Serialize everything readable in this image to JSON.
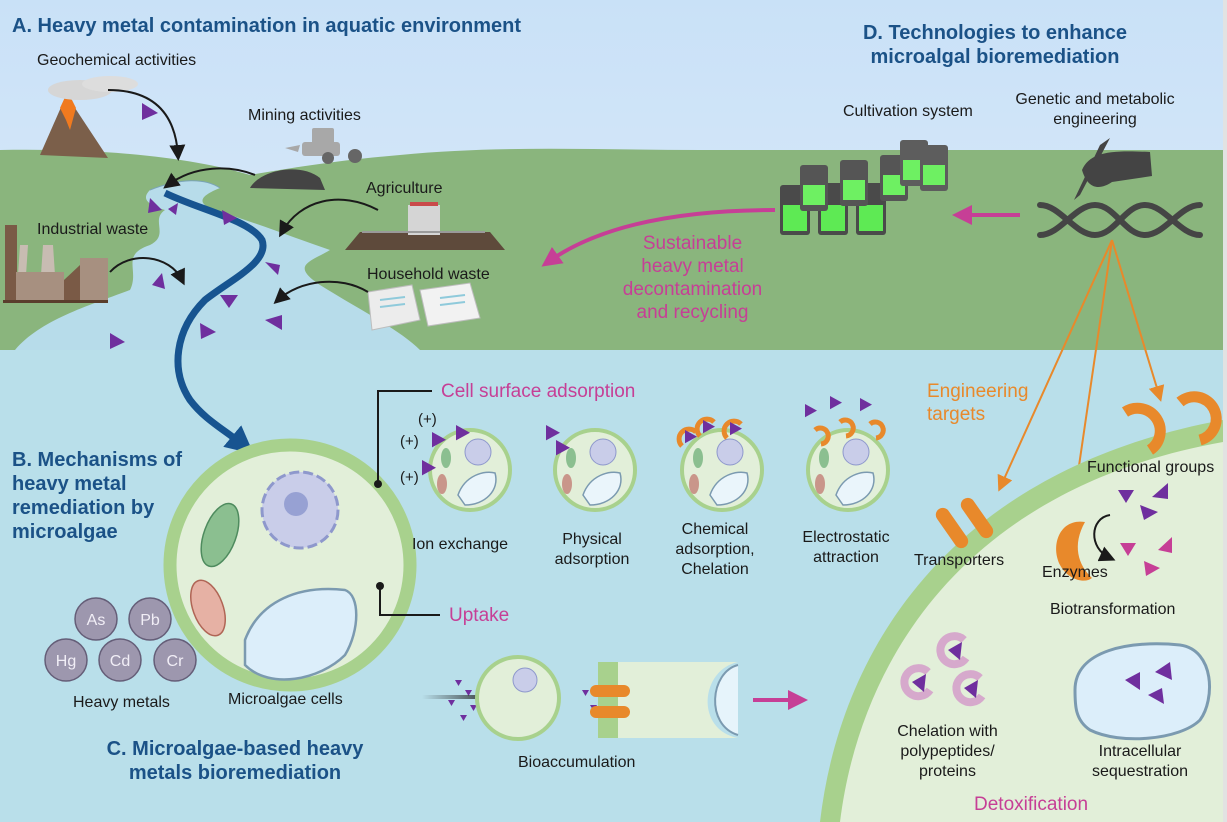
{
  "figure": {
    "colors": {
      "sky": "#cfe4f7",
      "land": "#8ab57d",
      "water": "#b9dfea",
      "river": "#b7dcea",
      "river_channel": "#175490",
      "title": "#1b5287",
      "pink_accent": "#c63f96",
      "orange_accent": "#e8892b",
      "metal_triangle": "#6f2f9e",
      "cell_wall": "#a8d18d",
      "cytoplasm": "#e2efd9",
      "heavy_metal_ball": "#9d97ae"
    },
    "section_a": {
      "title": "A. Heavy metal contamination in aquatic environment",
      "sources": [
        {
          "icon": "volcano-icon",
          "label": "Geochemical activities"
        },
        {
          "icon": "mining-icon",
          "label": "Mining activities"
        },
        {
          "icon": "tractor-sprayer-icon",
          "label": "Agriculture"
        },
        {
          "icon": "factory-icon",
          "label": "Industrial waste"
        },
        {
          "icon": "buildings-icon",
          "label": "Household waste"
        }
      ]
    },
    "section_b": {
      "title_lines": [
        "B. Mechanisms of",
        "heavy metal",
        "remediation by",
        "microalgae"
      ],
      "heavy_metals": [
        "As",
        "Pb",
        "Hg",
        "Cd",
        "Cr"
      ],
      "heavy_metals_label": "Heavy metals",
      "cell_label": "Microalgae cells",
      "surface_adsorption_label": "Cell surface adsorption",
      "charges": [
        "(+)",
        "(+)",
        "(+)"
      ],
      "mechanisms": [
        {
          "lines": [
            "Ion exchange"
          ]
        },
        {
          "lines": [
            "Physical",
            "adsorption"
          ]
        },
        {
          "lines": [
            "Chemical",
            "adsorption,",
            "Chelation"
          ]
        },
        {
          "lines": [
            "Electrostatic",
            "attraction"
          ]
        }
      ],
      "uptake_label": "Uptake",
      "bioaccumulation_label": "Bioaccumulation"
    },
    "section_c": {
      "title_lines": [
        "C. Microalgae-based heavy",
        "metals bioremediation"
      ]
    },
    "section_d": {
      "title_lines": [
        "D. Technologies to enhance",
        "microalgal bioremediation"
      ],
      "cultivation_label": "Cultivation system",
      "genetic_label_lines": [
        "Genetic and metabolic",
        "engineering"
      ],
      "sustainable_lines": [
        "Sustainable",
        "heavy metal",
        "decontamination",
        "and recycling"
      ],
      "engineering_targets_lines": [
        "Engineering",
        "targets"
      ]
    },
    "detox_panel": {
      "functional_groups_label": "Functional groups",
      "transporters_label": "Transporters",
      "enzymes_label": "Enzymes",
      "biotransformation_label": "Biotransformation",
      "chelation_lines": [
        "Chelation with",
        "polypeptides/",
        "proteins"
      ],
      "sequestration_lines": [
        "Intracellular",
        "sequestration"
      ],
      "detoxification_label": "Detoxification"
    }
  }
}
